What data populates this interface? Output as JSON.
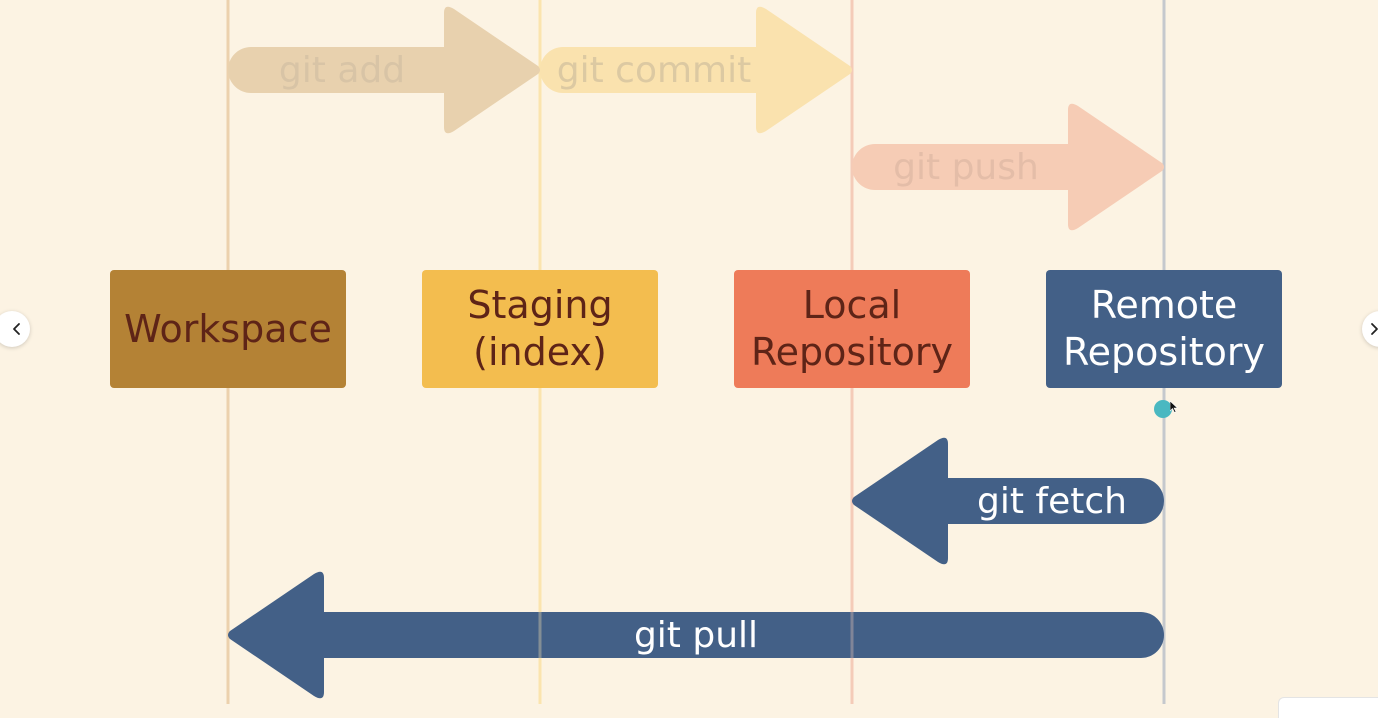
{
  "stages": [
    {
      "id": "workspace",
      "label": "Workspace",
      "fill": "#b48235",
      "text_color": "#5e2417"
    },
    {
      "id": "staging",
      "label": "Staging\n(index)",
      "fill": "#f3bd4f",
      "text_color": "#5e2417"
    },
    {
      "id": "local",
      "label": "Local\nRepository",
      "fill": "#ee7b59",
      "text_color": "#5e2417"
    },
    {
      "id": "remote",
      "label": "Remote\nRepository",
      "fill": "#436087",
      "text_color": "#ffffff"
    }
  ],
  "commands": [
    {
      "id": "git-add",
      "label": "git add",
      "from": "workspace",
      "to": "staging",
      "direction": "right",
      "fill": "#e8d1ae",
      "text_color": "#d8c4a6"
    },
    {
      "id": "git-commit",
      "label": "git commit",
      "from": "staging",
      "to": "local",
      "direction": "right",
      "fill": "#fae2ae",
      "text_color": "#dcc9a2"
    },
    {
      "id": "git-push",
      "label": "git push",
      "from": "local",
      "to": "remote",
      "direction": "right",
      "fill": "#f6ccb5",
      "text_color": "#e4bda8"
    },
    {
      "id": "git-fetch",
      "label": "git fetch",
      "from": "remote",
      "to": "local",
      "direction": "left",
      "fill": "#436087",
      "text_color": "#ffffff"
    },
    {
      "id": "git-pull",
      "label": "git pull",
      "from": "remote",
      "to": "workspace",
      "direction": "left",
      "fill": "#436087",
      "text_color": "#ffffff"
    }
  ],
  "lane_colors": {
    "workspace": "#ecd1ad",
    "staging": "#fbe4ae",
    "local": "#f4cbb8",
    "remote": "#c5c8cd"
  },
  "background": "#fcf3e3",
  "nav": {
    "prev_icon": "chevron-left-icon",
    "next_icon": "chevron-right-icon"
  }
}
